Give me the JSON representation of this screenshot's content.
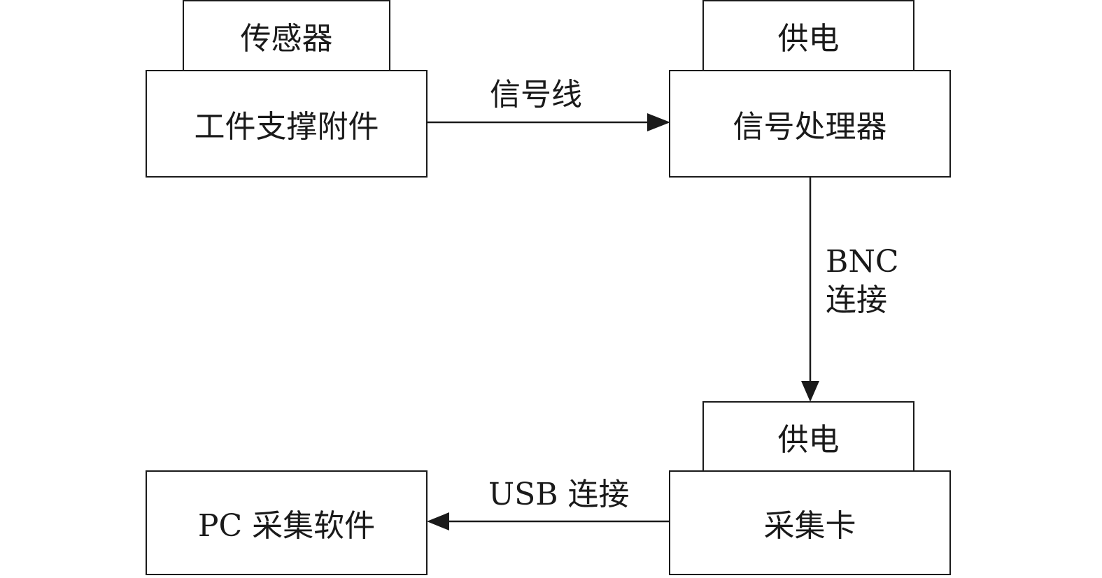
{
  "nodes": {
    "sensor": "传感器",
    "fixture": "工件支撑附件",
    "power_top": "供电",
    "processor": "信号处理器",
    "power_bottom": "供电",
    "daq_card": "采集卡",
    "pc_software": "PC 采集软件"
  },
  "edges": {
    "signal_line": "信号线",
    "bnc_line1": "BNC",
    "bnc_line2": "连接",
    "usb": "USB 连接"
  }
}
